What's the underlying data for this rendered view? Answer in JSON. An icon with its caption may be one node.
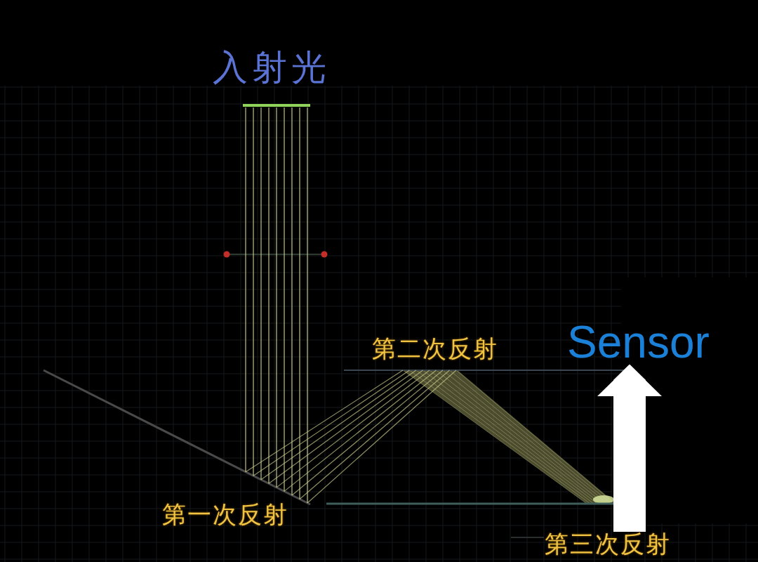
{
  "diagram": {
    "nodes": [
      {
        "text": [
          "Sensor"
        ]
      },
      {
        "text": [
          "第三次反射"
        ]
      }
    ],
    "edges": [
      {
        "from": 1,
        "to": 0,
        "arrow": "to"
      }
    ],
    "labels": [
      "入射光",
      "第二次反射",
      "第一次反射"
    ]
  }
}
